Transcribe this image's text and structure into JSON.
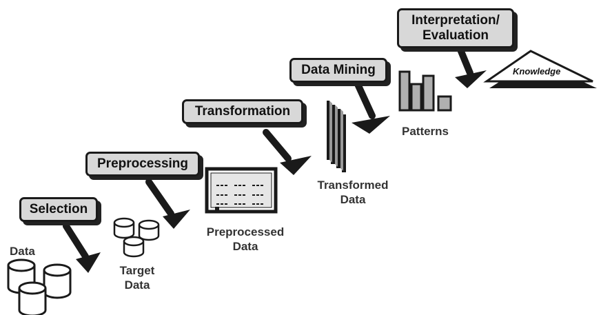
{
  "steps": {
    "selection": "Selection",
    "preprocessing": "Preprocessing",
    "transformation": "Transformation",
    "data_mining": "Data Mining",
    "interpretation_line1": "Interpretation/",
    "interpretation_line2": "Evaluation"
  },
  "artifacts": {
    "data": "Data",
    "target_data_line1": "Target",
    "target_data_line2": "Data",
    "preprocessed_line1": "Preprocessed",
    "preprocessed_line2": "Data",
    "transformed_line1": "Transformed",
    "transformed_line2": "Data",
    "patterns": "Patterns",
    "knowledge": "Knowledge"
  },
  "colors": {
    "box_fill": "#d8d8d8",
    "ink": "#1a1a1a",
    "bar_fill": "#b0b0b0"
  },
  "icons": [
    "database-icon",
    "arrow-icon",
    "table-window-icon",
    "stacked-frames-icon",
    "bar-patterns-icon",
    "knowledge-triangle-icon"
  ]
}
